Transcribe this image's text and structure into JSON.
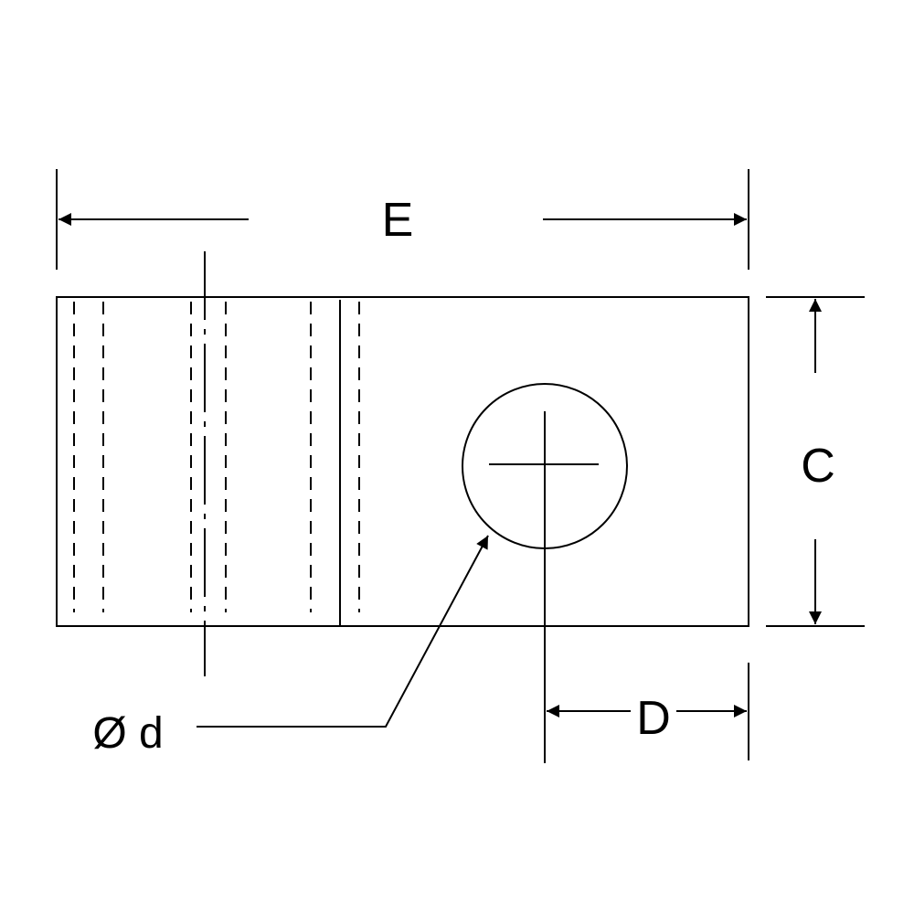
{
  "labels": {
    "E": "E",
    "C": "C",
    "D": "D",
    "hole_diameter": "Ø d"
  },
  "colors": {
    "stroke": "#000000",
    "background": "#ffffff"
  }
}
